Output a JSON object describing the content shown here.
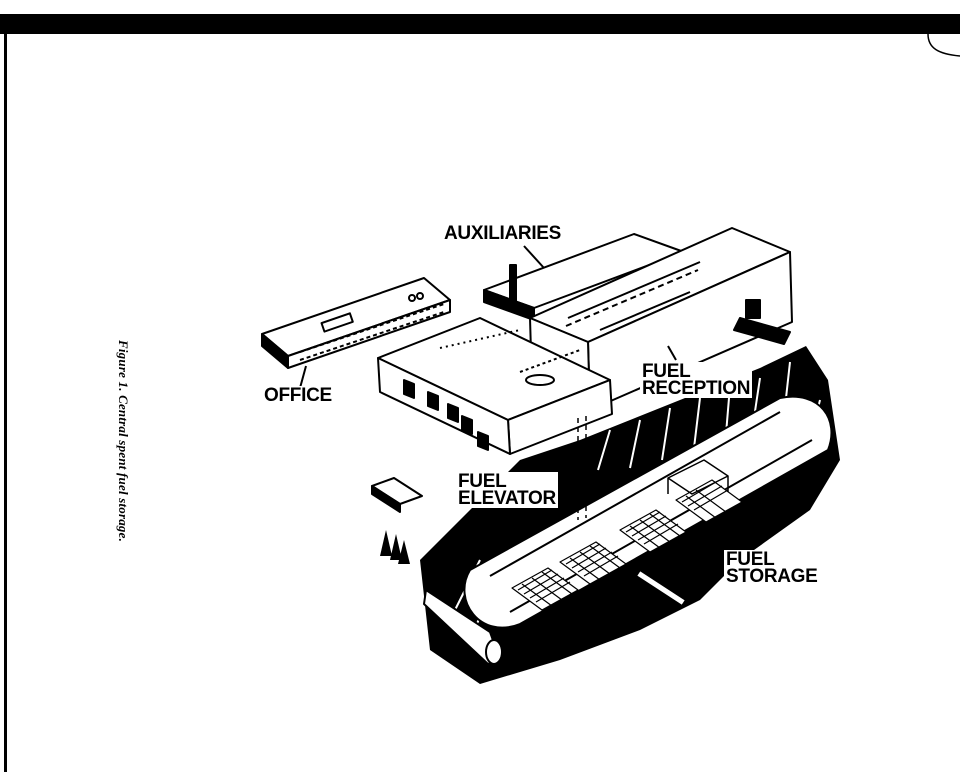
{
  "caption": "Figure 1. Central spent fuel storage.",
  "labels": {
    "auxiliaries": "AUXILIARIES",
    "office": "OFFICE",
    "fuel_reception": [
      "FUEL",
      "RECEPTION"
    ],
    "fuel_elevator": [
      "FUEL",
      "ELEVATOR"
    ],
    "fuel_storage": [
      "FUEL",
      "STORAGE"
    ]
  },
  "colors": {
    "ink": "#000000",
    "paper": "#ffffff"
  }
}
